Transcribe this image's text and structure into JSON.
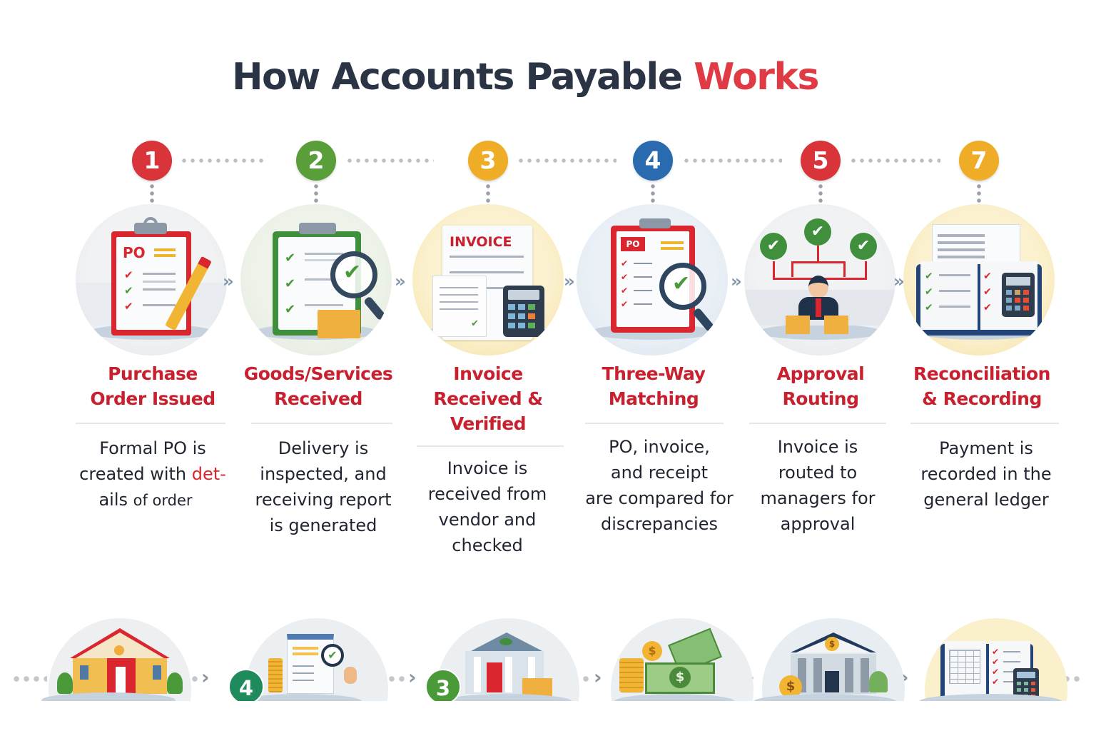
{
  "title": {
    "main": "How Accounts Payable",
    "accent": "Works"
  },
  "colors": {
    "title": "#2b3444",
    "accent": "#e03a45",
    "step_title": "#c8202e",
    "badge_red": "#d9343a",
    "badge_green": "#5a9e3a",
    "badge_yellow": "#efac27",
    "badge_blue": "#2a6bb0"
  },
  "steps": [
    {
      "badge": "1",
      "badge_color": "red",
      "icon": "purchase-order-clipboard-icon",
      "title_line1": "Purchase",
      "title_line2": "Order Issued",
      "desc_line1": "Formal PO is",
      "desc_line2a": "created with ",
      "desc_line2b": "det-",
      "desc_line3a": "ails ",
      "desc_line3b": "of order",
      "illustration_text": "PO"
    },
    {
      "badge": "2",
      "badge_color": "green",
      "icon": "goods-received-checklist-icon",
      "title_line1": "Goods/Services",
      "title_line2": "Received",
      "desc_line1": "Delivery is",
      "desc_line2": "inspected, and",
      "desc_line3": "receiving report",
      "desc_line4": "is generated"
    },
    {
      "badge": "3",
      "badge_color": "yellow",
      "icon": "invoice-calculator-icon",
      "title_line1": "Invoice",
      "title_line2": "Received &",
      "title_line3": "Verified",
      "desc_line1": "Invoice is",
      "desc_line2": "received from",
      "desc_line3": "vendor and",
      "desc_line4": "checked",
      "illustration_text": "INVOICE"
    },
    {
      "badge": "4",
      "badge_color": "blue",
      "icon": "three-way-matching-magnifier-icon",
      "title_line1": "Three-Way",
      "title_line2": "Matching",
      "desc_line1": "PO, invoice,",
      "desc_line2": "and receipt",
      "desc_line3": "are compared for",
      "desc_line4": "discrepancies",
      "illustration_text": "PO"
    },
    {
      "badge": "5",
      "badge_color": "red",
      "icon": "approval-routing-manager-icon",
      "title_line1": "Approval",
      "title_line2": "Routing",
      "desc_line1": "Invoice is",
      "desc_line2": "routed to",
      "desc_line3": "managers for",
      "desc_line4": "approval"
    },
    {
      "badge": "7",
      "badge_color": "yellow",
      "icon": "ledger-calculator-icon",
      "title_line1": "Reconciliation",
      "title_line2": "& Recording",
      "desc_line1": "Payment is",
      "desc_line2": "recorded in the",
      "desc_line3": "general ledger"
    }
  ],
  "bottom_row": {
    "items": [
      {
        "icon": "house-building-icon"
      },
      {
        "icon": "document-coins-magnifier-icon",
        "badge": "4"
      },
      {
        "icon": "bank-building-icon",
        "badge": "3"
      },
      {
        "icon": "cash-coins-icon"
      },
      {
        "icon": "bank-dollar-icon"
      },
      {
        "icon": "open-ledger-calculator-icon"
      }
    ],
    "dollar_symbol": "$"
  }
}
